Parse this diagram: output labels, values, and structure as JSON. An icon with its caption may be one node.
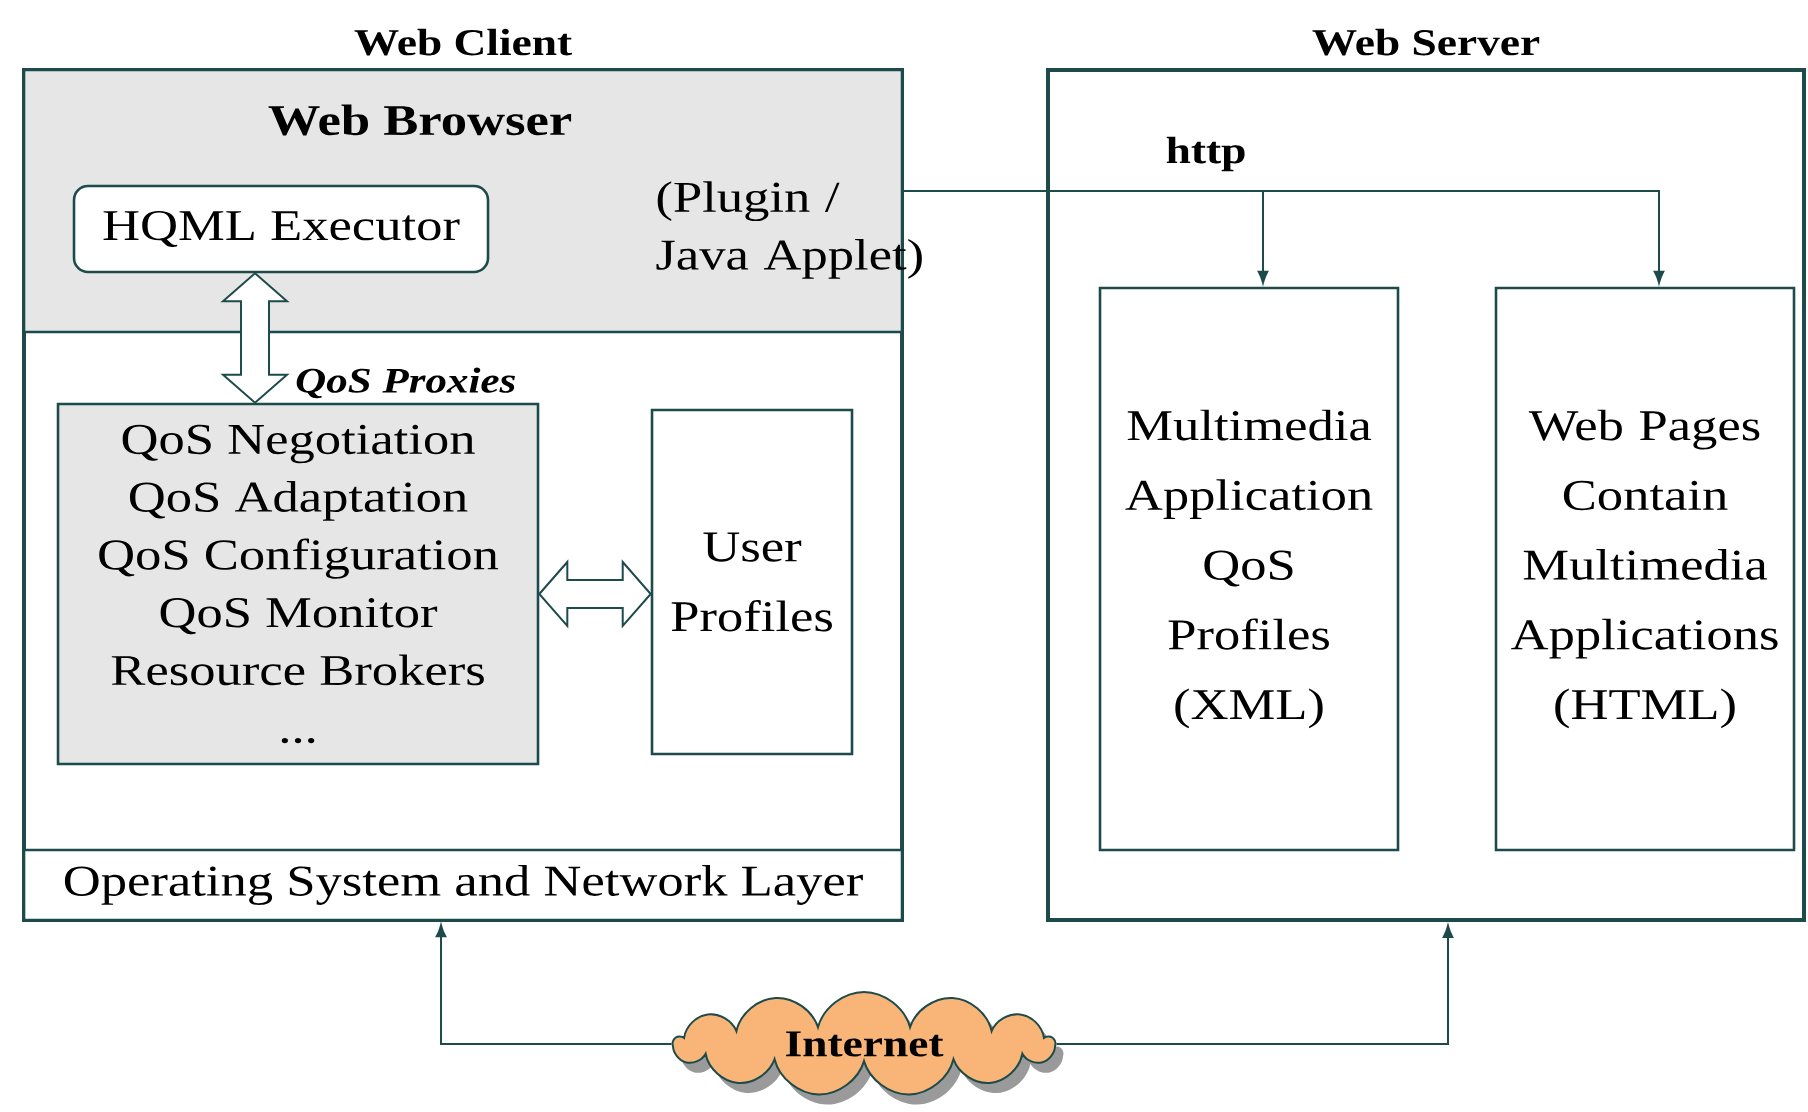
{
  "diagram": {
    "nodes": [
      {
        "text": [
          "Web Client"
        ]
      },
      {
        "text": [
          "Web Browser",
          "(Plugin / Java Applet)"
        ],
        "in": 0
      },
      {
        "text": [
          "HQML Executor"
        ],
        "in": 1
      },
      {
        "text": [
          "QoS Proxies",
          "QoS Negotiation",
          "QoS Adaptation",
          "QoS Configuration",
          "QoS Monitor",
          "Resource Brokers",
          "..."
        ],
        "in": 0
      },
      {
        "text": [
          "User Profiles"
        ],
        "in": 0
      },
      {
        "text": [
          "Operating System and Network Layer"
        ],
        "in": 0
      },
      {
        "text": [
          "Web Server"
        ]
      },
      {
        "text": [
          "Multimedia Application QoS Profiles (XML)"
        ],
        "in": 6
      },
      {
        "text": [
          "Web Pages Contain Multimedia Applications (HTML)"
        ],
        "in": 6
      },
      {
        "text": [
          "Internet"
        ]
      }
    ],
    "edges": [
      {
        "from": 2,
        "to": 3,
        "arrow": "both"
      },
      {
        "from": 3,
        "to": 4,
        "arrow": "both"
      },
      {
        "from": 1,
        "to": 7,
        "arrow": "to",
        "label": "http"
      },
      {
        "from": 1,
        "to": 8,
        "arrow": "to"
      },
      {
        "from": 9,
        "to": 5,
        "arrow": "to"
      },
      {
        "from": 9,
        "to": 6,
        "arrow": "to"
      }
    ]
  }
}
